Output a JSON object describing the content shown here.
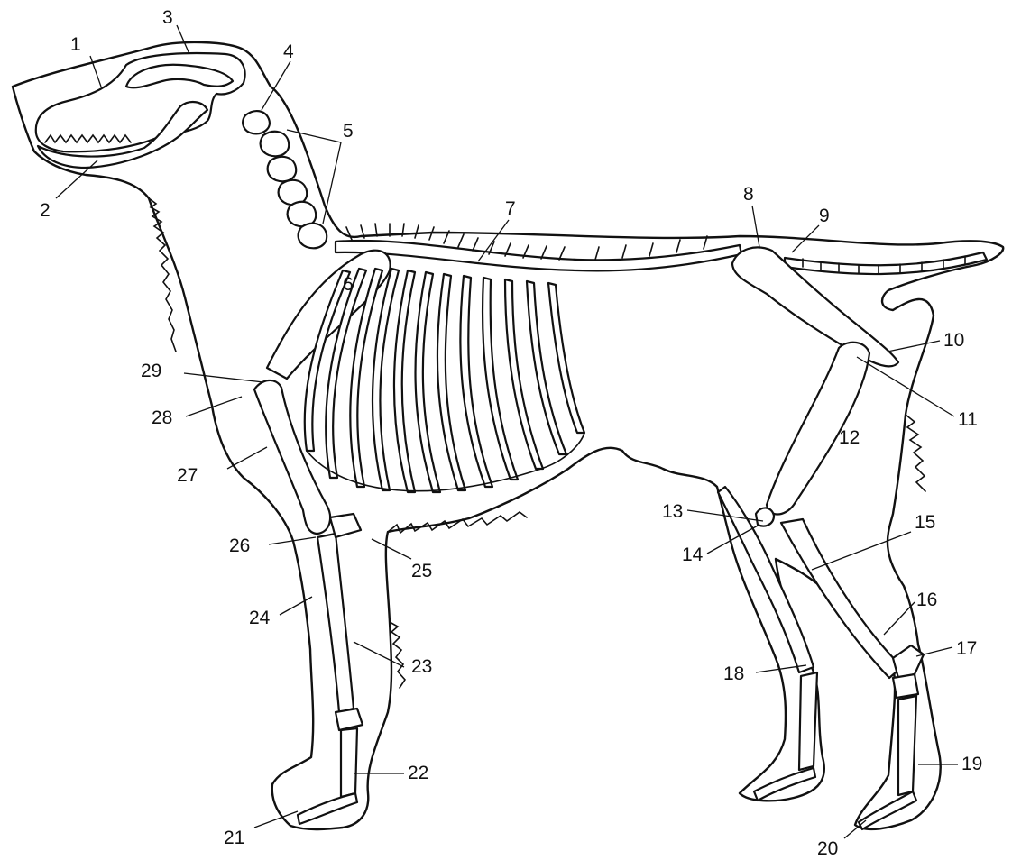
{
  "diagram": {
    "labels": [
      {
        "id": "1",
        "text": "1"
      },
      {
        "id": "2",
        "text": "2"
      },
      {
        "id": "3",
        "text": "3"
      },
      {
        "id": "4",
        "text": "4"
      },
      {
        "id": "5",
        "text": "5"
      },
      {
        "id": "6",
        "text": "6"
      },
      {
        "id": "7",
        "text": "7"
      },
      {
        "id": "8",
        "text": "8"
      },
      {
        "id": "9",
        "text": "9"
      },
      {
        "id": "10",
        "text": "10"
      },
      {
        "id": "11",
        "text": "11"
      },
      {
        "id": "12",
        "text": "12"
      },
      {
        "id": "13",
        "text": "13"
      },
      {
        "id": "14",
        "text": "14"
      },
      {
        "id": "15",
        "text": "15"
      },
      {
        "id": "16",
        "text": "16"
      },
      {
        "id": "17",
        "text": "17"
      },
      {
        "id": "18",
        "text": "18"
      },
      {
        "id": "19",
        "text": "19"
      },
      {
        "id": "20",
        "text": "20"
      },
      {
        "id": "21",
        "text": "21"
      },
      {
        "id": "22",
        "text": "22"
      },
      {
        "id": "23",
        "text": "23"
      },
      {
        "id": "24",
        "text": "24"
      },
      {
        "id": "25",
        "text": "25"
      },
      {
        "id": "26",
        "text": "26"
      },
      {
        "id": "27",
        "text": "27"
      },
      {
        "id": "28",
        "text": "28"
      },
      {
        "id": "29",
        "text": "29"
      }
    ]
  }
}
